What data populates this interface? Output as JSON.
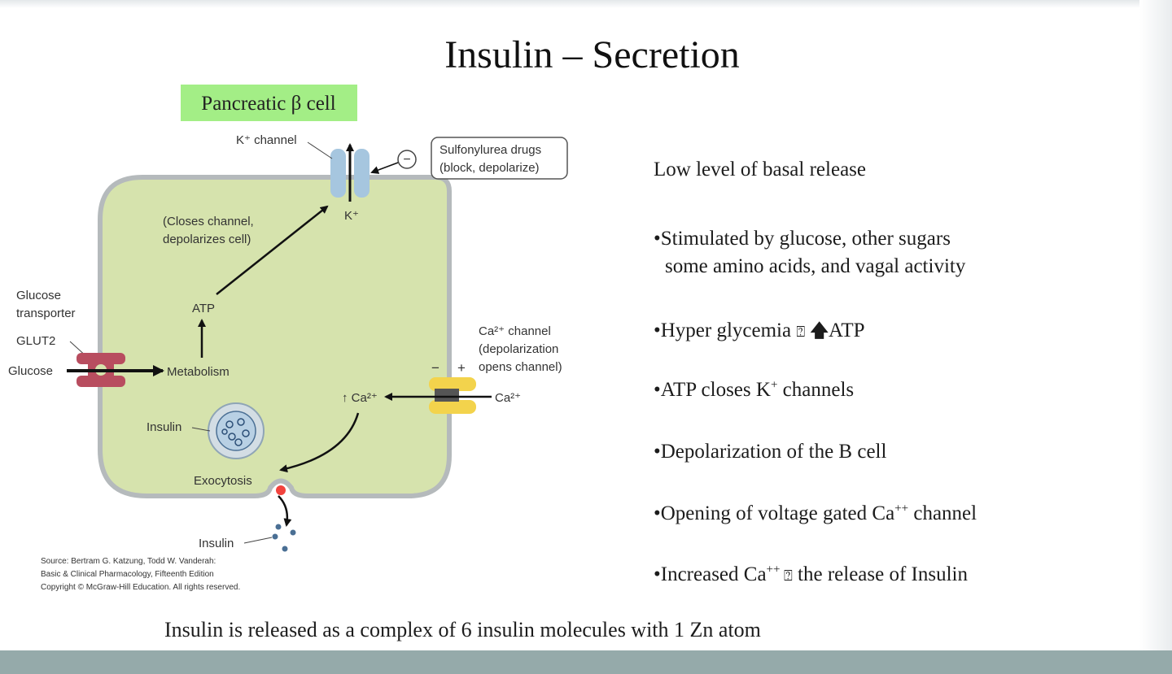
{
  "slide": {
    "title": "Insulin – Secretion",
    "footer": "Insulin is released as a complex of 6 insulin molecules with 1 Zn atom"
  },
  "diagram": {
    "cell_label": "Pancreatic β cell",
    "k_channel": "K⁺ channel",
    "k_ion": "K⁺",
    "drug_line1": "Sulfonylurea drugs",
    "drug_line2": "(block, depolarize)",
    "minus_sign": "−",
    "plus_sign": "+",
    "closes_line1": "(Closes channel,",
    "closes_line2": "depolarizes cell)",
    "atp": "ATP",
    "metabolism": "Metabolism",
    "transporter_line1": "Glucose",
    "transporter_line2": "transporter",
    "glut2": "GLUT2",
    "glucose": "Glucose",
    "ca_channel_line1": "Ca²⁺ channel",
    "ca_channel_line2": "(depolarization",
    "ca_channel_line3": "opens channel)",
    "ca_inside": "↑ Ca²⁺",
    "ca_outside": "Ca²⁺",
    "insulin_granule": "Insulin",
    "exocytosis": "Exocytosis",
    "insulin_released": "Insulin",
    "source_line1": "Source: Bertram G. Katzung, Todd W. Vanderah:",
    "source_line2": "Basic & Clinical Pharmacology, Fifteenth Edition",
    "source_line3": "Copyright © McGraw-Hill Education. All rights reserved."
  },
  "bullets": {
    "b1": "Low level of basal release",
    "b2_line1": "•Stimulated by glucose, other sugars",
    "b2_line2": "some amino acids, and vagal activity",
    "b3_pre": "•Hyper glycemia ",
    "b3_glyph": "⍰",
    "b3_arrow": "🡅",
    "b3_post": "ATP",
    "b4_pre": "•ATP closes K",
    "b4_sup": "+",
    "b4_post": " channels",
    "b5": "•Depolarization of the B cell",
    "b6_pre": "•Opening of voltage gated Ca",
    "b6_sup": "++",
    "b6_post": " channel",
    "b7_pre": "•Increased Ca",
    "b7_sup": "++",
    "b7_glyph": " ⍰",
    "b7_post": " the release of Insulin"
  },
  "colors": {
    "cell_fill": "#d6e3ad",
    "cell_border": "#b5babc",
    "label_box": "#a3ee86",
    "k_channel": "#a6c6df",
    "ca_channel": "#f3d34c",
    "glut2": "#b84d5f",
    "bottom_bar": "#95aaaa",
    "exocytosis_dot": "#f2433e"
  }
}
